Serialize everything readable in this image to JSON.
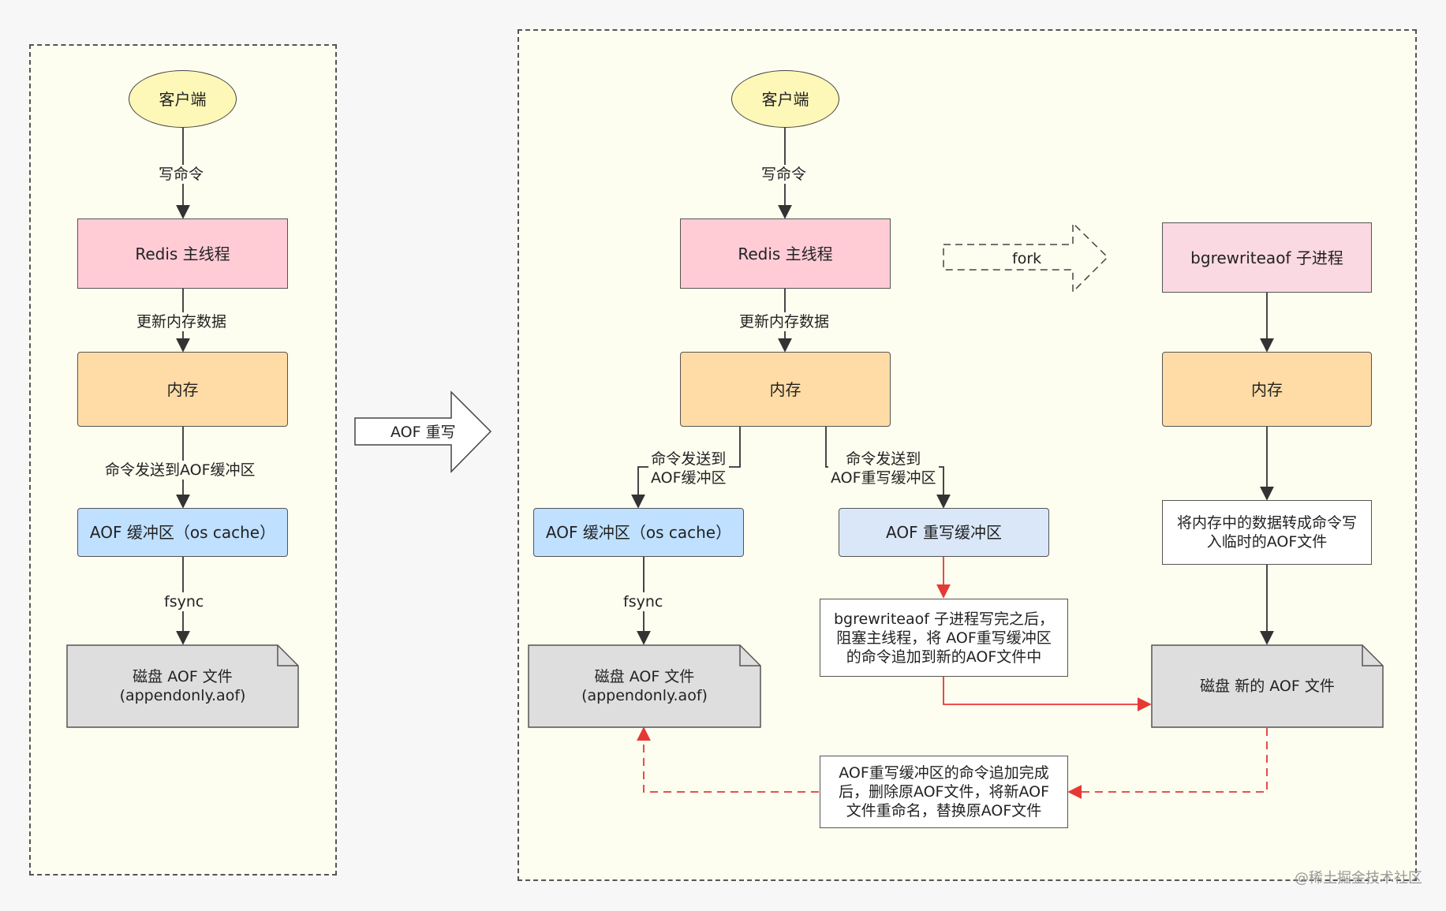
{
  "left": {
    "client": "客户端",
    "edge_write": "写命令",
    "redis_main": "Redis 主线程",
    "edge_update": "更新内存数据",
    "memory": "内存",
    "edge_send": "命令发送到AOF缓冲区",
    "aof_buffer": "AOF 缓冲区（os cache）",
    "edge_fsync": "fsync",
    "disk": "磁盘 AOF 文件\n(appendonly.aof)"
  },
  "transition_label": "AOF 重写",
  "right": {
    "client": "客户端",
    "edge_write": "写命令",
    "redis_main": "Redis 主线程",
    "edge_update": "更新内存数据",
    "memory": "内存",
    "edge_send_buffer": "命令发送到\nAOF缓冲区",
    "edge_send_rewrite": "命令发送到\nAOF重写缓冲区",
    "aof_buffer": "AOF 缓冲区（os cache）",
    "rewrite_buffer": "AOF 重写缓冲区",
    "edge_fsync": "fsync",
    "disk": "磁盘 AOF 文件\n(appendonly.aof)",
    "fork_label": "fork",
    "child": "bgrewriteaof 子进程",
    "child_memory": "内存",
    "convert_note": "将内存中的数据转成命令写\n入临时的AOF文件",
    "append_note": "bgrewriteaof 子进程写完之后，\n阻塞主线程，将 AOF重写缓冲区\n的命令追加到新的AOF文件中",
    "new_disk": "磁盘 新的 AOF 文件",
    "replace_note": "AOF重写缓冲区的命令追加完成\n后，删除原AOF文件，将新AOF\n文件重命名，替换原AOF文件"
  },
  "watermark": "@稀土掘金技术社区",
  "colors": {
    "arrow": "#333333",
    "red_arrow": "#e53935",
    "panel_border": "#555555"
  }
}
